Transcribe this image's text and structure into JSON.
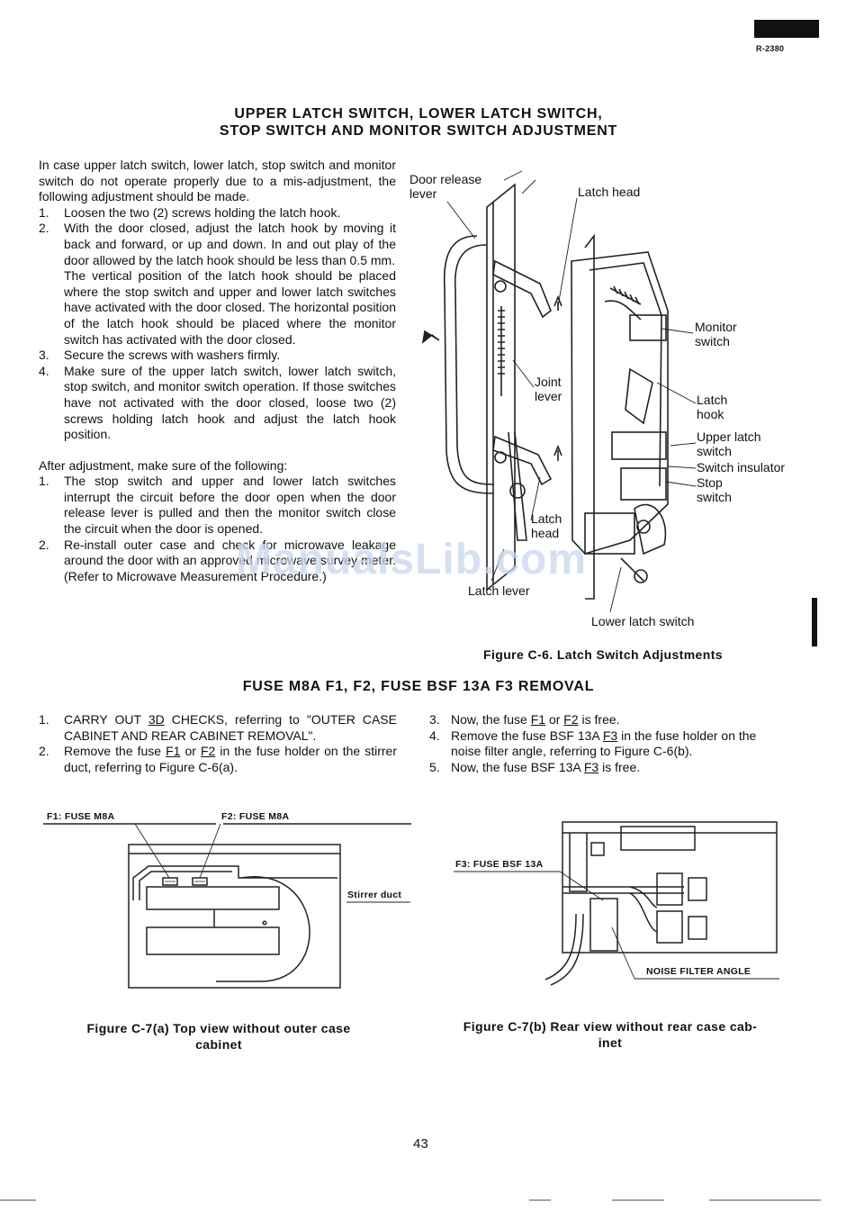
{
  "header": {
    "model_code": "R-2380"
  },
  "section1": {
    "title_line1": "UPPER LATCH SWITCH, LOWER LATCH SWITCH,",
    "title_line2": "STOP SWITCH AND MONITOR SWITCH ADJUSTMENT",
    "intro": "In case upper latch switch, lower latch, stop switch and monitor switch do not operate properly due to a mis-adjustment, the following adjustment should be made.",
    "steps": [
      {
        "num": "1.",
        "text": "Loosen the two (2) screws holding the latch hook."
      },
      {
        "num": "2.",
        "text": "With the door closed, adjust the latch hook by moving it back and forward, or up and down. In and out play of the door allowed by the latch hook should be less than 0.5 mm.",
        "text2": "The vertical position of the latch hook should be placed where the stop switch and upper and lower latch switches have activated with the door closed. The horizontal position of the latch hook should be placed where the monitor switch has activated with the door closed."
      },
      {
        "num": "3.",
        "text": "Secure the screws with washers firmly."
      },
      {
        "num": "4.",
        "text": "Make sure of the upper latch switch, lower latch switch, stop switch, and monitor switch operation. If those switches have not activated with the door closed, loose two (2) screws holding latch hook and adjust the latch hook position."
      }
    ],
    "after_intro": "After adjustment, make sure of the following:",
    "after_steps": [
      {
        "num": "1.",
        "text": "The stop switch and upper and lower latch switches interrupt the circuit before the door open when the door release lever is pulled and then the monitor switch close the circuit when the door is opened."
      },
      {
        "num": "2.",
        "text": "Re-install outer case and check for microwave leakage around the door with an approved microwave survey meter. (Refer to Microwave Measurement Procedure.)"
      }
    ]
  },
  "figure_c6": {
    "caption": "Figure C-6. Latch Switch Adjustments",
    "labels": {
      "door_release_1": "Door release",
      "door_release_2": "lever",
      "latch_head_top": "Latch head",
      "monitor_1": "Monitor",
      "monitor_2": "switch",
      "joint_1": "Joint",
      "joint_2": "lever",
      "latch_hook_1": "Latch",
      "latch_hook_2": "hook",
      "upper_latch_1": "Upper latch",
      "upper_latch_2": "switch",
      "switch_insulator": "Switch insulator",
      "stop_1": "Stop",
      "stop_2": "switch",
      "latch_head_b1": "Latch",
      "latch_head_b2": "head",
      "latch_lever": "Latch lever",
      "lower_latch_switch": "Lower latch switch"
    }
  },
  "section2": {
    "title": "FUSE M8A F1, F2, FUSE BSF 13A F3 REMOVAL",
    "left_steps": [
      {
        "num": "1.",
        "pre": "CARRY OUT ",
        "ul": "3D",
        "post": " CHECKS, referring to \"OUTER CASE CABINET AND REAR CABINET REMOVAL\"."
      },
      {
        "num": "2.",
        "pre": "Remove the fuse ",
        "ul": "F1",
        "mid": " or ",
        "ul2": "F2",
        "post": " in the fuse holder on the stirrer duct, referring to Figure C-6(a)."
      }
    ],
    "right_steps": [
      {
        "num": "3.",
        "pre": "Now, the fuse ",
        "ul": "F1",
        "mid": " or ",
        "ul2": "F2",
        "post": " is free."
      },
      {
        "num": "4.",
        "pre": "Remove the fuse BSF 13A ",
        "ul": "F3",
        "post": " in the fuse holder on the noise filter angle, referring to Figure C-6(b)."
      },
      {
        "num": "5.",
        "pre": "Now, the fuse BSF 13A ",
        "ul": "F3",
        "post": " is free."
      }
    ]
  },
  "figure_c7a": {
    "label_f1": "F1: FUSE M8A",
    "label_f2": "F2: FUSE M8A",
    "label_stirrer": "Stirrer duct",
    "caption_line1": "Figure C-7(a) Top view without outer case",
    "caption_line2": "cabinet"
  },
  "figure_c7b": {
    "label_f3": "F3: FUSE BSF 13A",
    "label_noise": "NOISE FILTER ANGLE",
    "caption_line1": "Figure C-7(b) Rear view without rear case cab-",
    "caption_line2": "inet"
  },
  "footer": {
    "page_number": "43"
  },
  "watermark": {
    "text": "ManualsLib.com"
  }
}
